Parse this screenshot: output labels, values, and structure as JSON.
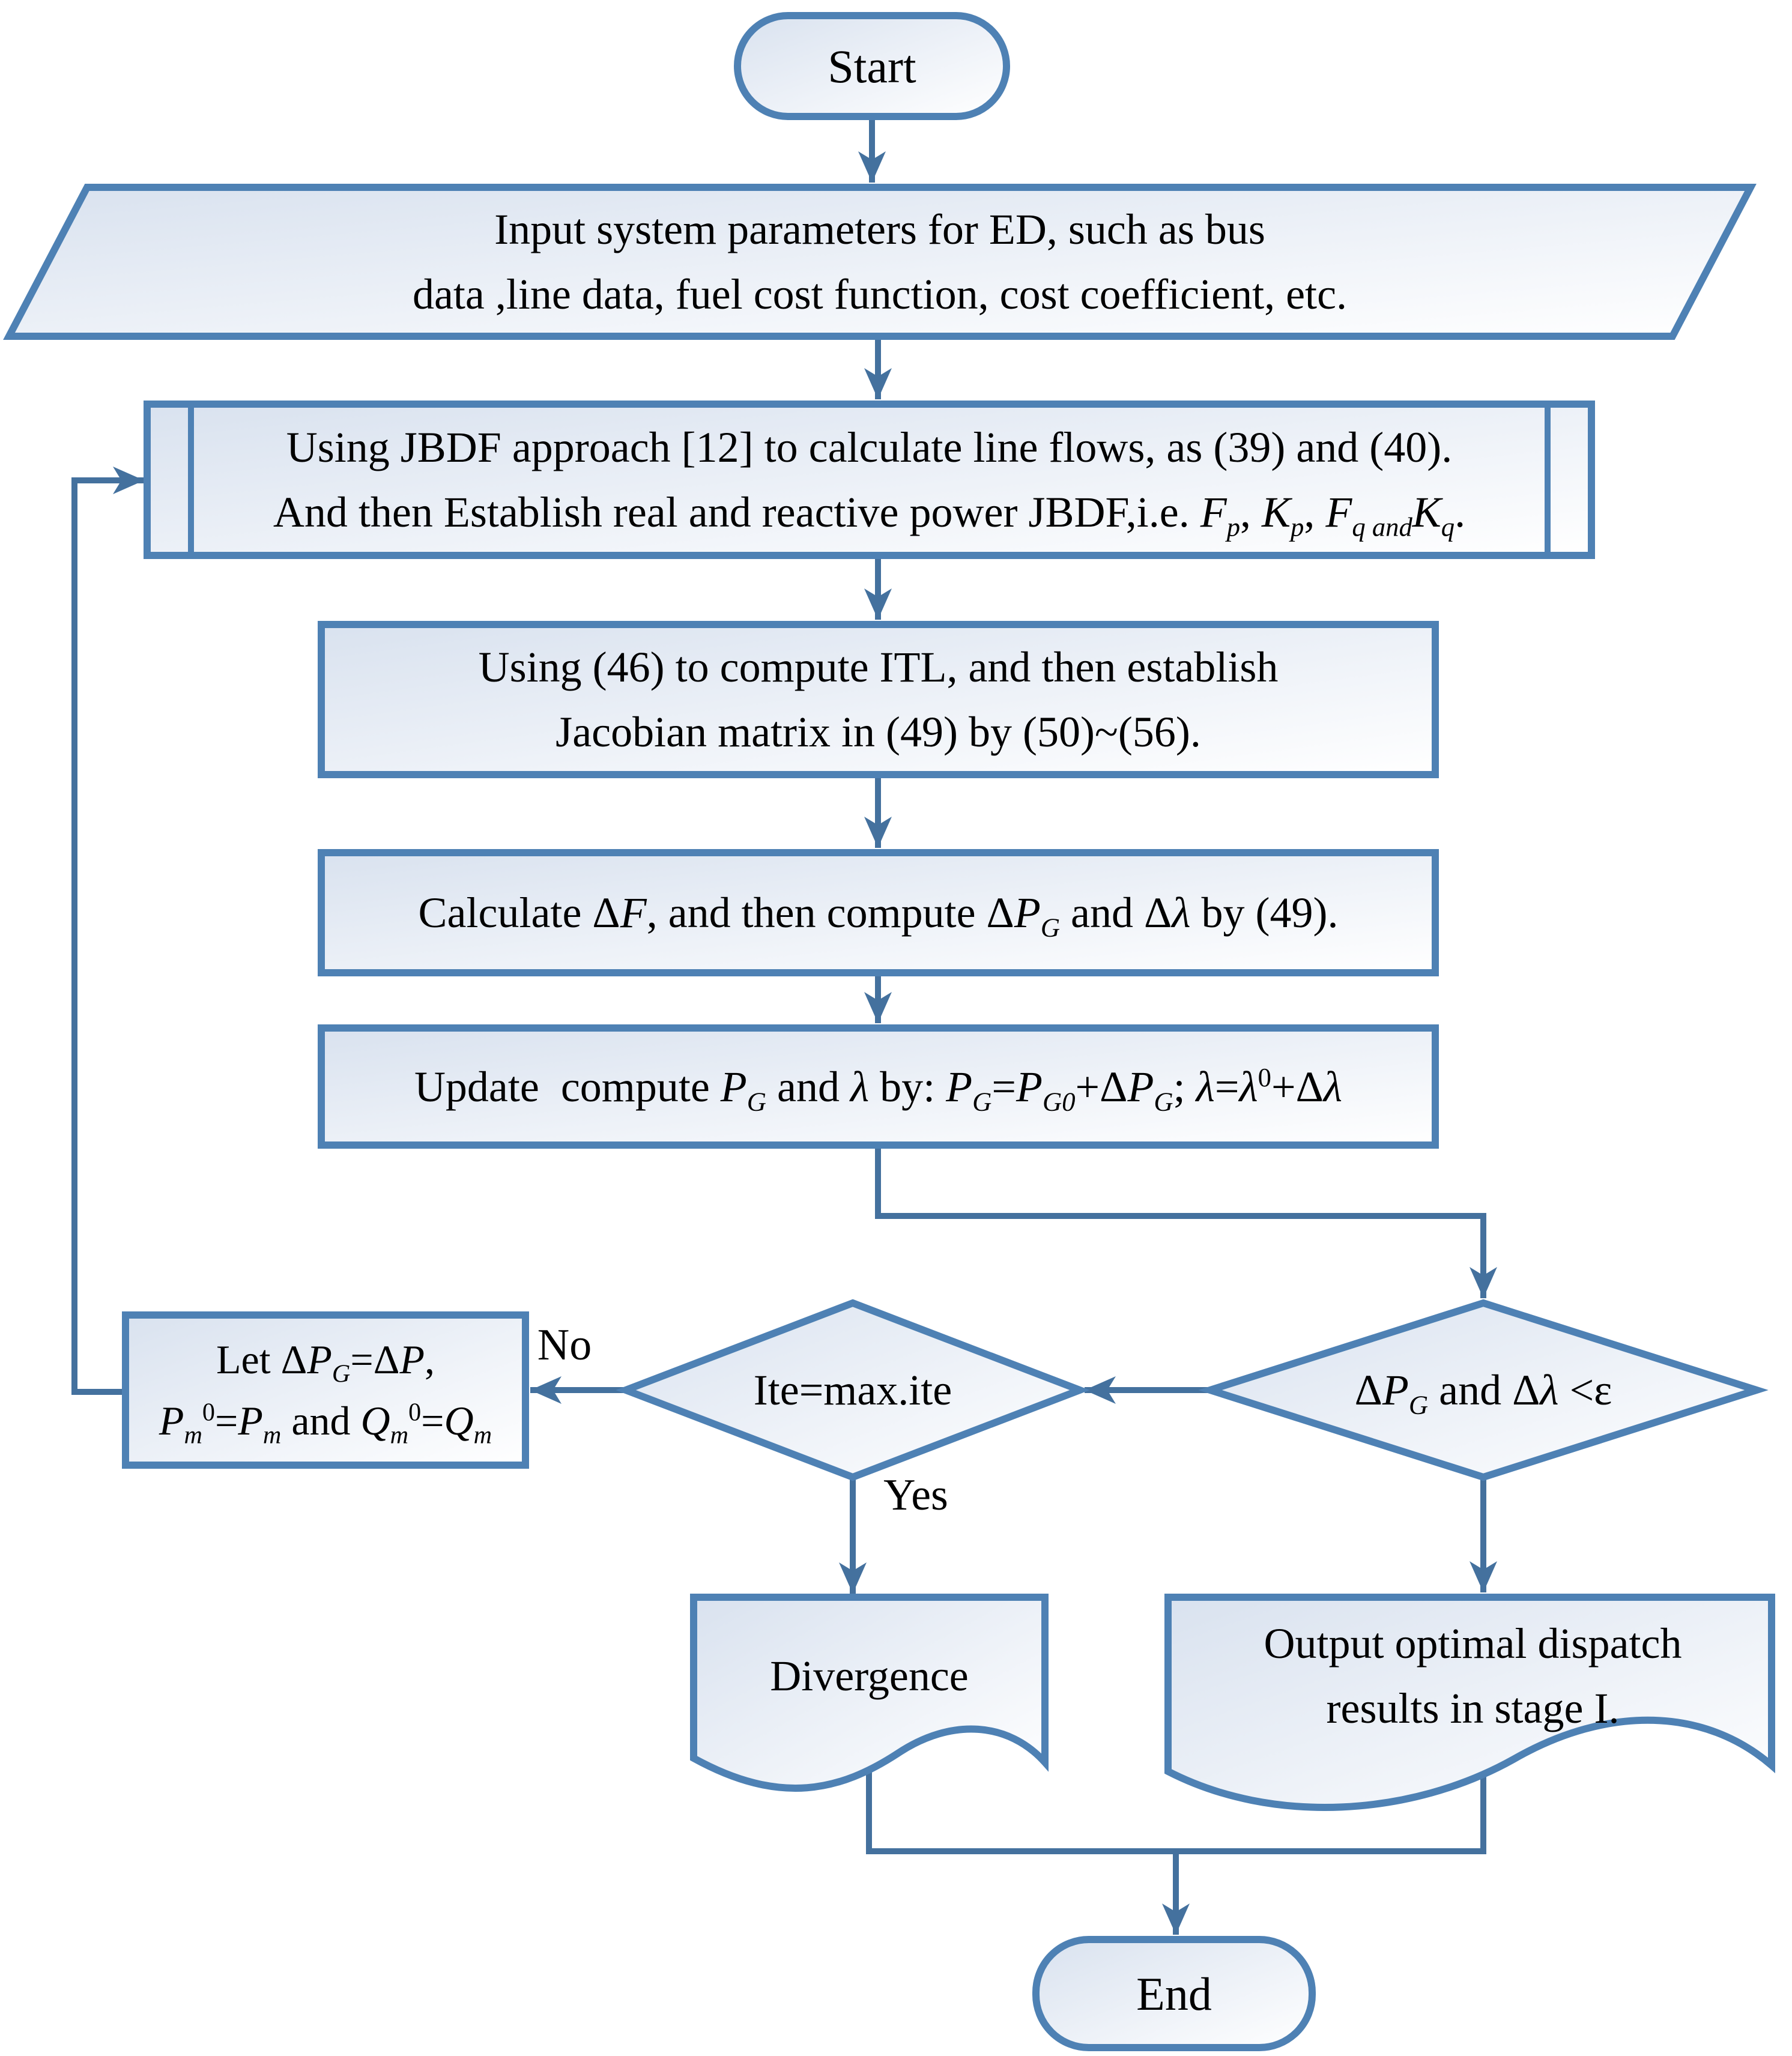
{
  "figure": {
    "type": "flowchart",
    "background": "#ffffff"
  },
  "colors": {
    "shape_border": "#4e81b4",
    "connector": "#44719e",
    "fill_light": "#d9e2ef",
    "fill_white": "#ffffff",
    "text_color": "#000000"
  },
  "nodes": {
    "start": {
      "label": "Start"
    },
    "input_params": {
      "line1": "Input system parameters for ED, such as bus",
      "line2": "data ,line data, fuel cost function, cost coefficient, etc."
    },
    "jbdf_process": {
      "line1": "Using JBDF approach [12] to calculate line flows, as (39) and (40).",
      "line2_html": "And then Establish real and reactive power JBDF,i.e. <i>F<sub>p</sub></i>, <i>K<sub>p</sub></i>, <i>F<sub>q and</sub>K<sub>q</sub></i>."
    },
    "compute_itl": {
      "line1": "Using (46) to compute ITL, and then establish",
      "line2": "Jacobian matrix in (49) by (50)~(56)."
    },
    "calculate_df": {
      "html": "Calculate Δ<i>F</i>, and then compute Δ<i>P<sub>G</sub></i> and Δ<i>λ</i> by (49)."
    },
    "update_pg": {
      "html": "Update&nbsp; compute <i>P<sub>G</sub></i> and <i>λ</i> by: <i>P<sub>G</sub></i>=<i>P<sub>G0</sub></i>+Δ<i>P<sub>G</sub></i>; <i>λ</i>=<i>λ</i><sup>0</sup>+Δ<i>λ</i>"
    },
    "convergence_decision": {
      "html": "Δ<i>P<sub>G</sub></i> and Δ<i>λ</i> &lt;ε"
    },
    "iteration_decision": {
      "label": "Ite=max.ite"
    },
    "reset_process": {
      "line1_html": "Let Δ<i>P<sub>G</sub></i>=Δ<i>P</i>,",
      "line2_html": "<i>P<sub>m</sub></i><sup>0</sup>=<i>P<sub>m</sub></i> and <i>Q<sub>m</sub></i><sup>0</sup>=<i>Q<sub>m</sub></i>"
    },
    "divergence_document": {
      "label": "Divergence"
    },
    "output_document": {
      "line1": "Output optimal dispatch",
      "line2": "results in stage I."
    },
    "end": {
      "label": "End"
    }
  },
  "edge_labels": {
    "no": "No",
    "yes": "Yes"
  }
}
